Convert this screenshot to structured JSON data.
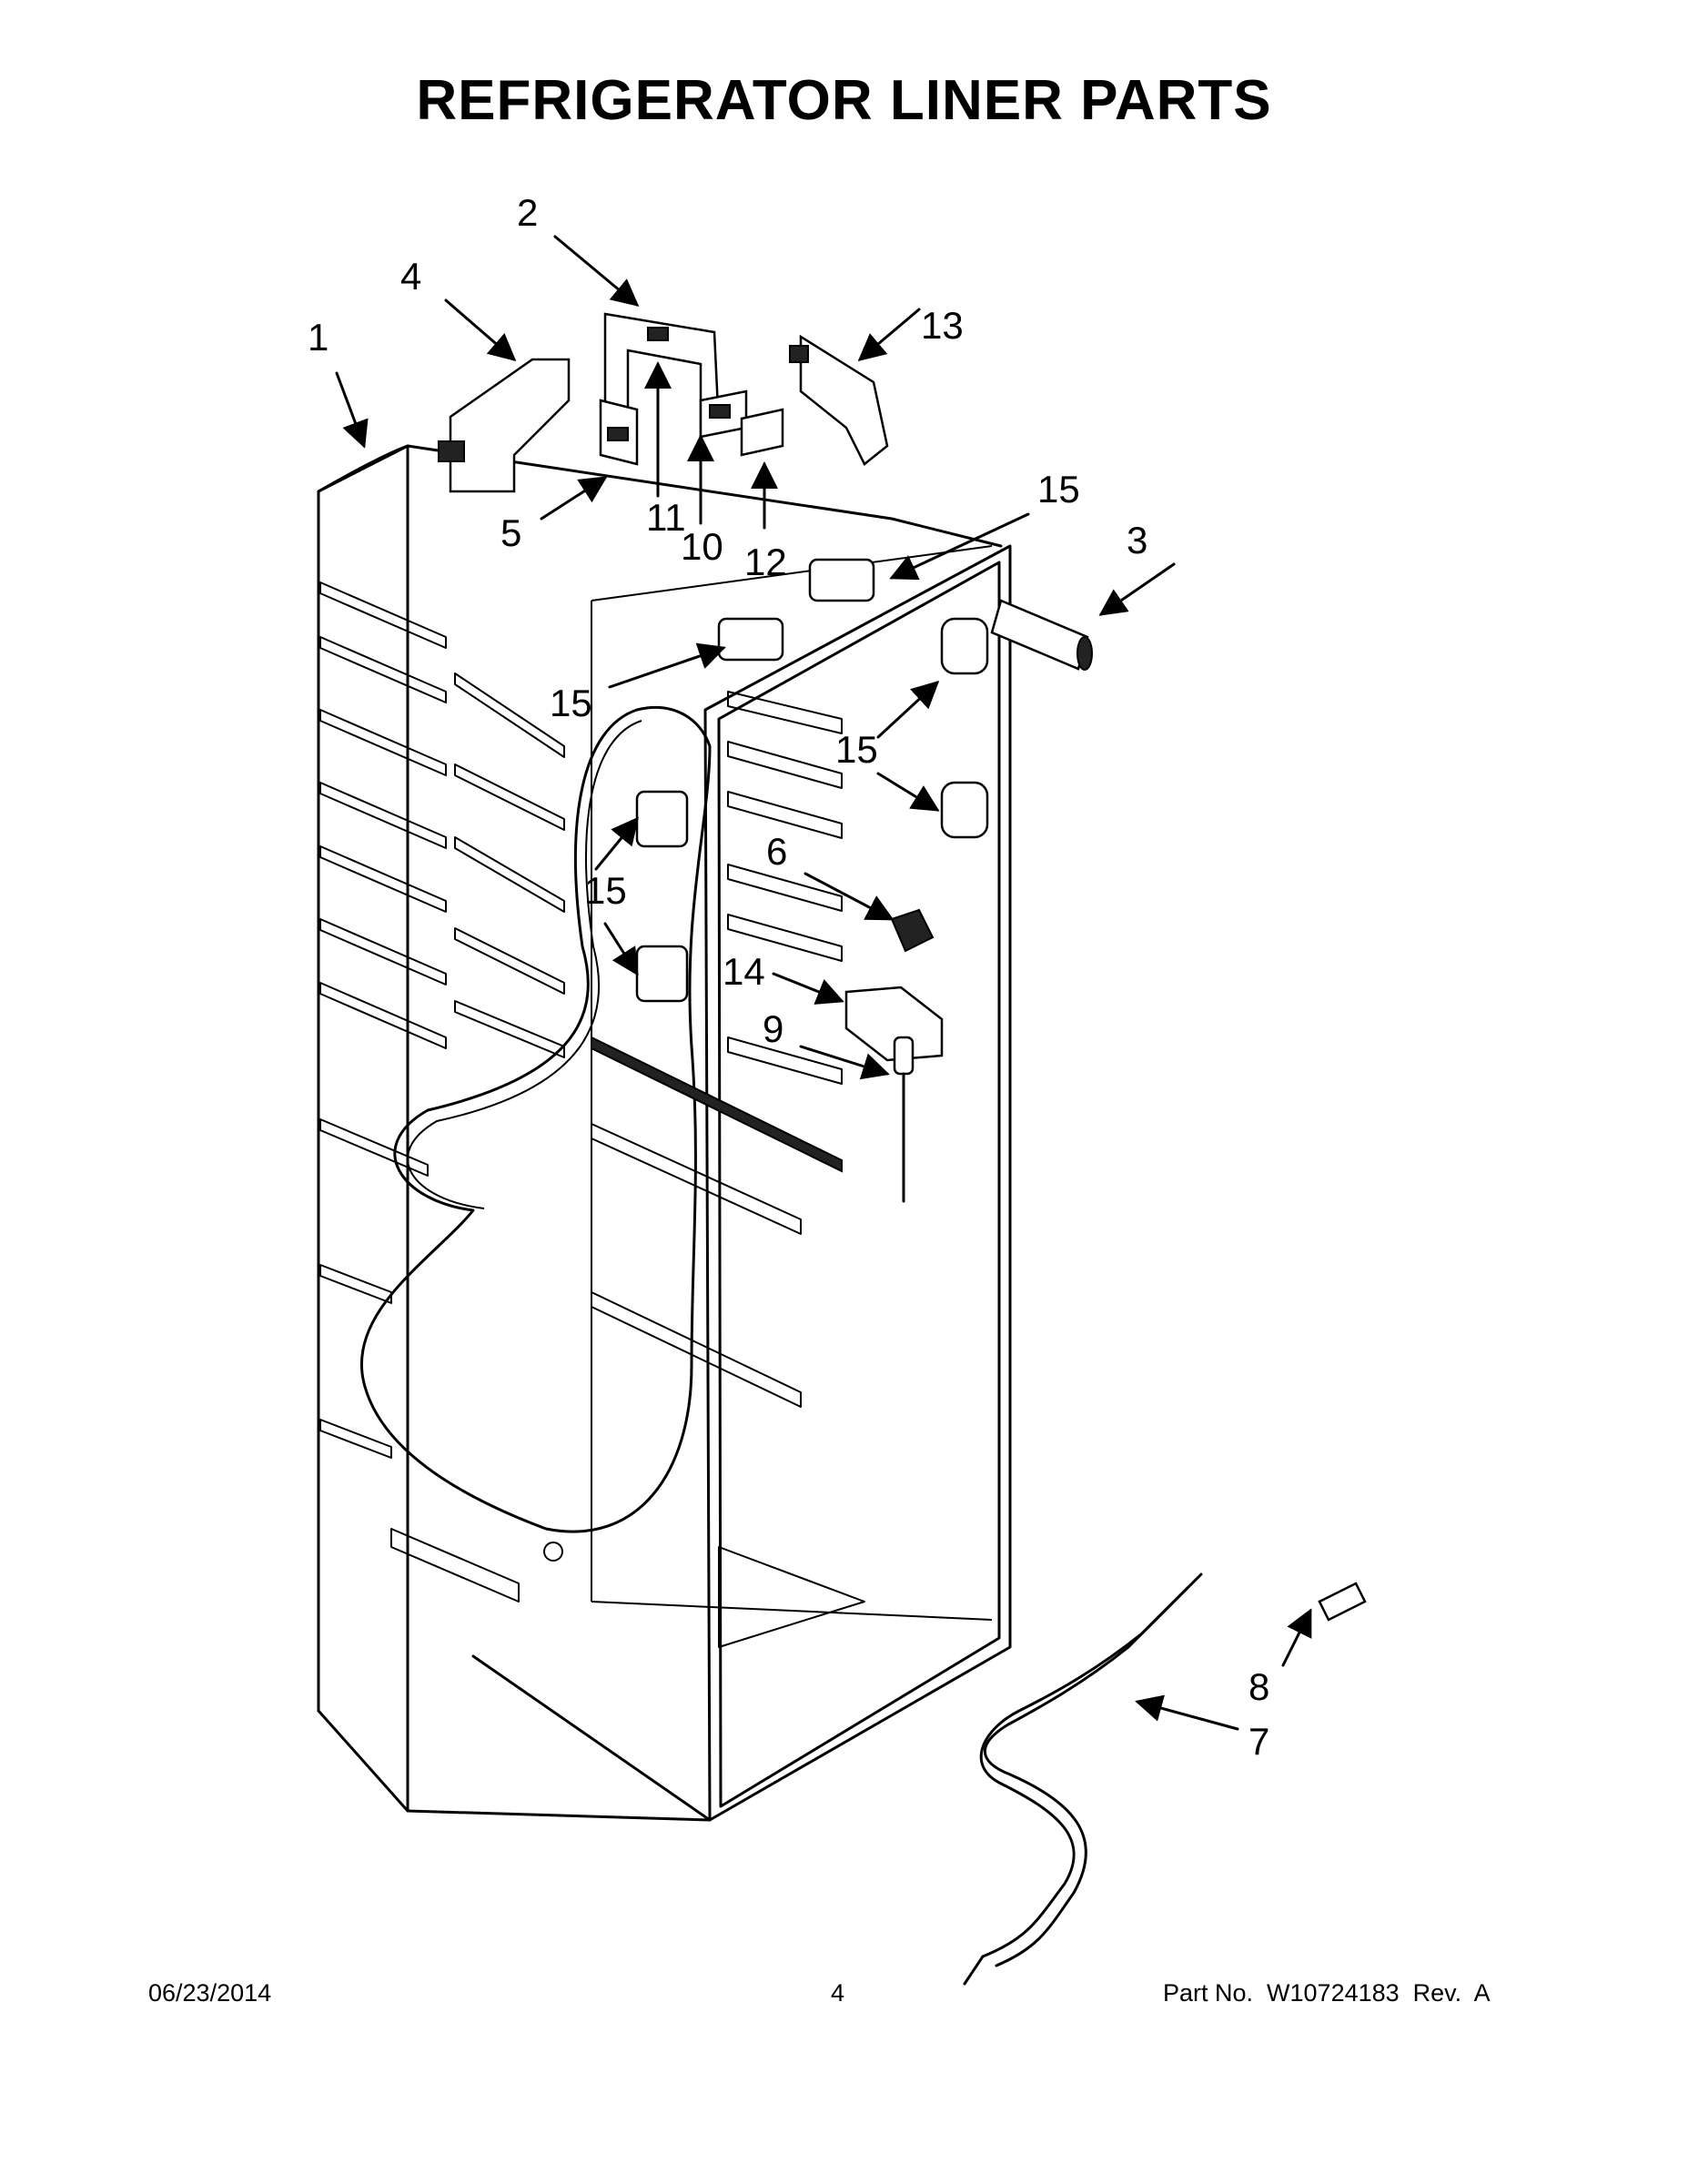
{
  "page": {
    "title": "REFRIGERATOR LINER PARTS"
  },
  "callouts": {
    "c1": "1",
    "c2": "2",
    "c3": "3",
    "c4": "4",
    "c5": "5",
    "c6": "6",
    "c7": "7",
    "c8": "8",
    "c9": "9",
    "c10": "10",
    "c11": "11",
    "c12": "12",
    "c13": "13",
    "c14": "14",
    "c15a": "15",
    "c15b": "15",
    "c15c": "15",
    "c15d": "15"
  },
  "footer": {
    "date": "06/23/2014",
    "page_number": "4",
    "part_number": "Part No.  W10724183  Rev.  A"
  },
  "colors": {
    "ink": "#000000",
    "paper": "#ffffff"
  }
}
